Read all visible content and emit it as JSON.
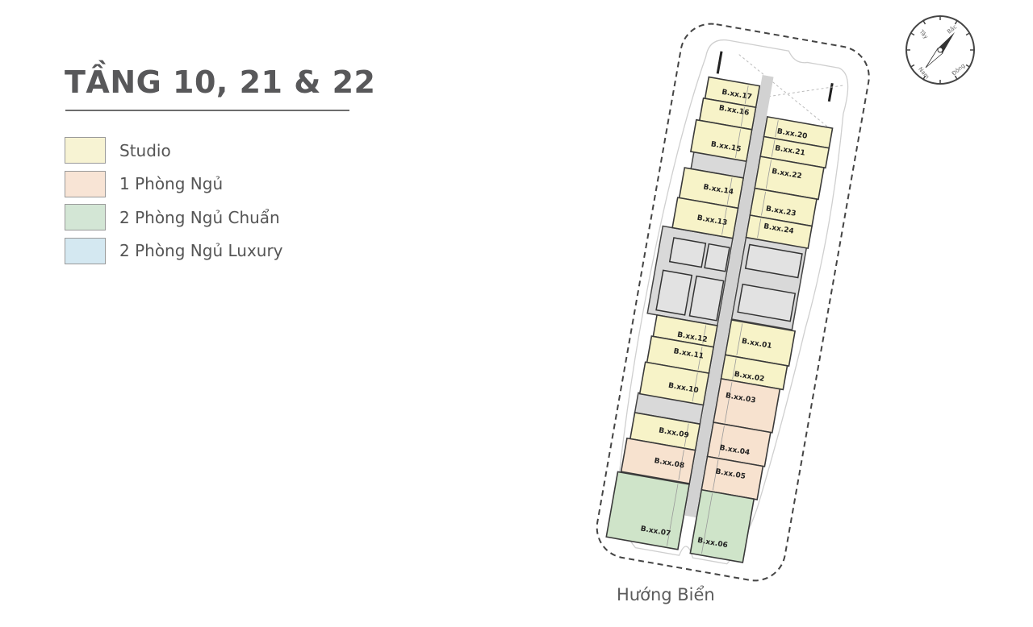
{
  "title": "TẦNG 10, 21 & 22",
  "legend": [
    {
      "label": "Studio",
      "color": "#f7f3d3"
    },
    {
      "label": "1 Phòng Ngủ",
      "color": "#f8e4d5"
    },
    {
      "label": "2 Phòng Ngủ Chuẩn",
      "color": "#d3e6d5"
    },
    {
      "label": "2 Phòng Ngủ Luxury",
      "color": "#d4e8f1"
    }
  ],
  "colors": {
    "studio": "#f7f3c8",
    "one_bed": "#f7e2cf",
    "two_bed": "#cfe4c9",
    "core": "#d9d9d9",
    "corridor": "#d4d4d4"
  },
  "units": [
    {
      "label": "B.xx.17",
      "type": "studio"
    },
    {
      "label": "B.xx.16",
      "type": "studio"
    },
    {
      "label": "B.xx.15",
      "type": "studio"
    },
    {
      "label": "B.xx.14",
      "type": "studio"
    },
    {
      "label": "B.xx.13",
      "type": "studio"
    },
    {
      "label": "B.xx.20",
      "type": "studio"
    },
    {
      "label": "B.xx.21",
      "type": "studio"
    },
    {
      "label": "B.xx.22",
      "type": "studio"
    },
    {
      "label": "B.xx.23",
      "type": "studio"
    },
    {
      "label": "B.xx.24",
      "type": "studio"
    },
    {
      "label": "B.xx.12",
      "type": "studio"
    },
    {
      "label": "B.xx.11",
      "type": "studio"
    },
    {
      "label": "B.xx.10",
      "type": "studio"
    },
    {
      "label": "B.xx.09",
      "type": "studio"
    },
    {
      "label": "B.xx.08",
      "type": "one_bed"
    },
    {
      "label": "B.xx.07",
      "type": "two_bed"
    },
    {
      "label": "B.xx.01",
      "type": "studio"
    },
    {
      "label": "B.xx.02",
      "type": "studio"
    },
    {
      "label": "B.xx.03",
      "type": "one_bed"
    },
    {
      "label": "B.xx.04",
      "type": "one_bed"
    },
    {
      "label": "B.xx.05",
      "type": "one_bed"
    },
    {
      "label": "B.xx.06",
      "type": "two_bed"
    }
  ],
  "compass": {
    "north": "Bắc",
    "east": "Đông",
    "south": "Nam",
    "west": "Tây"
  },
  "caption": "Hướng Biển"
}
